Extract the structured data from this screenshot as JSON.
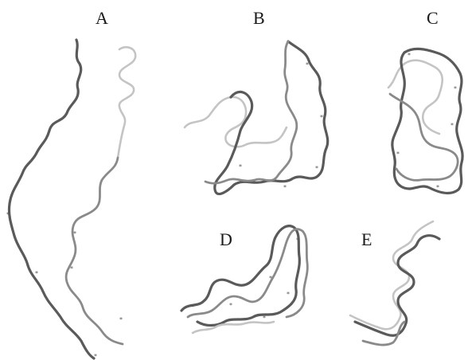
{
  "panels": {
    "a": {
      "label": "A"
    },
    "b": {
      "label": "B"
    },
    "c": {
      "label": "C"
    },
    "d": {
      "label": "D"
    },
    "e": {
      "label": "E"
    }
  },
  "colors": {
    "background": "#ffffff",
    "chain_dark": "#5a5a5a",
    "chain_mid": "#8a8a8a",
    "chain_light": "#c4c4c4",
    "label": "#1a1a1a"
  }
}
